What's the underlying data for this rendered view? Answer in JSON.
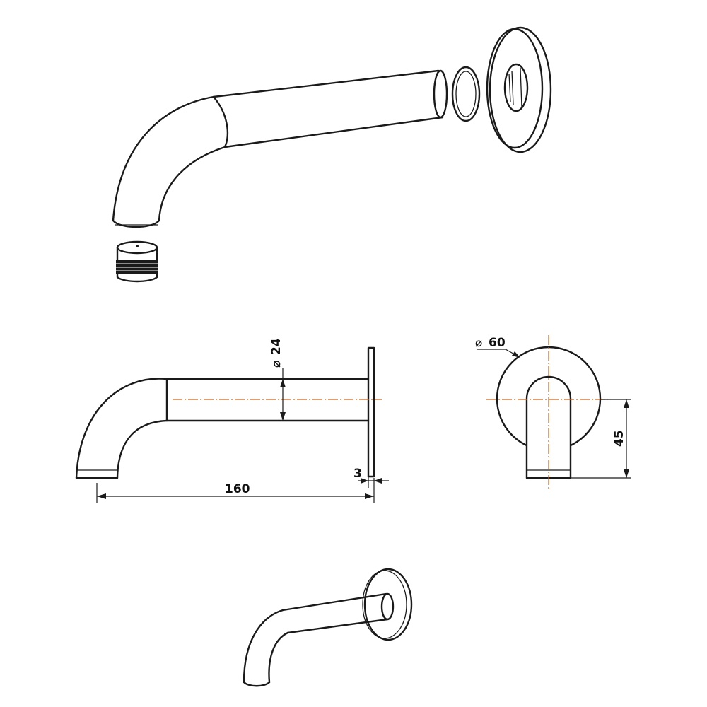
{
  "dimensions": {
    "diameter_symbol": "⌀",
    "pipe_diameter": "24",
    "flange_diameter": "60",
    "spout_length": "160",
    "flange_thickness": "3",
    "outlet_height": "45"
  },
  "colors": {
    "line": "#1a1a1a",
    "centerline": "#c8641e",
    "background": "#ffffff"
  }
}
